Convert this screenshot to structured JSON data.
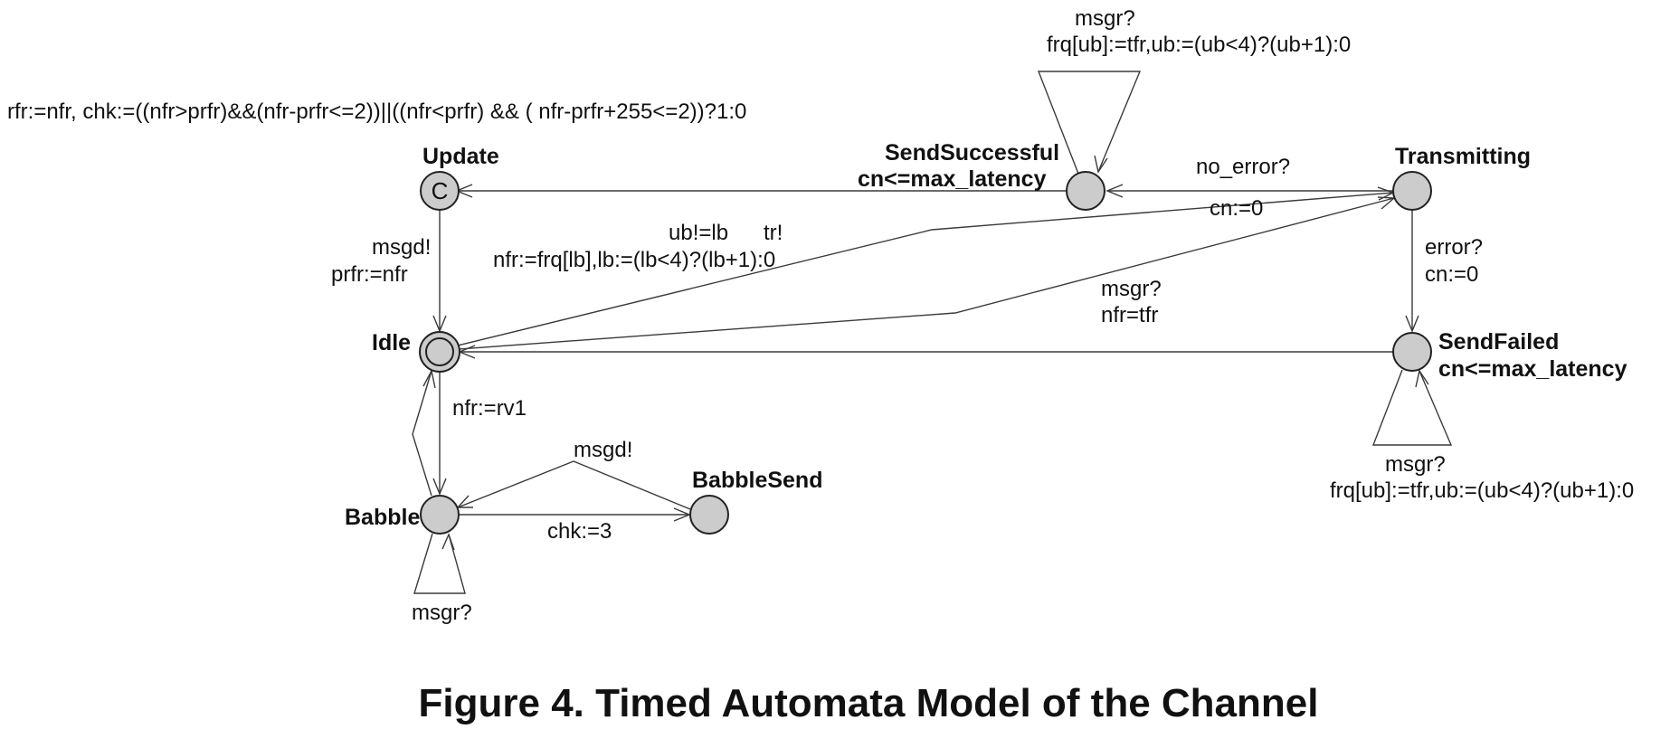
{
  "states": {
    "update": {
      "name": "Update",
      "marker": "C"
    },
    "send_successful": {
      "name": "SendSuccessful",
      "invariant": "cn<=max_latency"
    },
    "transmitting": {
      "name": "Transmitting"
    },
    "idle": {
      "name": "Idle"
    },
    "send_failed": {
      "name": "SendFailed",
      "invariant": "cn<=max_latency"
    },
    "babble": {
      "name": "Babble"
    },
    "babble_send": {
      "name": "BabbleSend"
    }
  },
  "transitions": {
    "send_successful_to_update": {
      "update": "rfr:=nfr, chk:=((nfr>prfr)&&(nfr-prfr<=2))||((nfr<prfr) && ( nfr-prfr+255<=2))?1:0"
    },
    "send_successful_self": {
      "sync": "msgr?",
      "update": "frq[ub]:=tfr,ub:=(ub<4)?(ub+1):0"
    },
    "transmitting_to_send_successful": {
      "sync": "no_error?",
      "update": "cn:=0"
    },
    "update_to_idle": {
      "sync": "msgd!",
      "update": "prfr:=nfr"
    },
    "idle_to_transmitting_a": {
      "guard": "ub!=lb",
      "sync": "tr!",
      "update": "nfr:=frq[lb],lb:=(lb<4)?(lb+1):0"
    },
    "idle_to_transmitting_b": {
      "sync": "msgr?",
      "update": "nfr=tfr"
    },
    "transmitting_to_send_failed": {
      "sync": "error?",
      "update": "cn:=0"
    },
    "send_failed_self": {
      "sync": "msgr?",
      "update": "frq[ub]:=tfr,ub:=(ub<4)?(ub+1):0"
    },
    "idle_to_babble": {
      "update": "nfr:=rv1"
    },
    "babble_to_babble_send": {
      "update": "chk:=3"
    },
    "babble_send_to_babble": {
      "sync": "msgd!"
    },
    "babble_self": {
      "sync": "msgr?"
    }
  },
  "caption": "Figure 4. Timed Automata Model of the Channel"
}
